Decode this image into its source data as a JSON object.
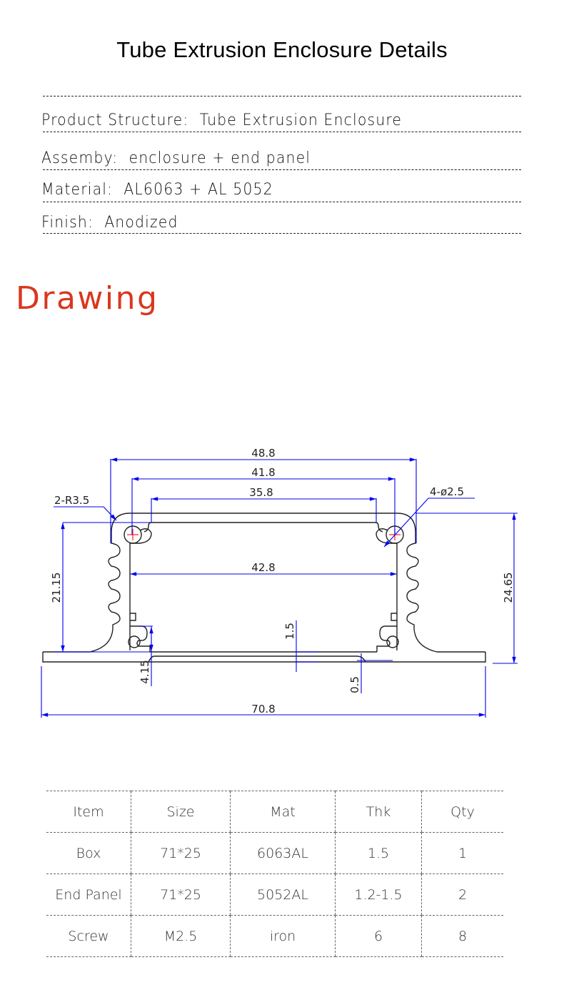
{
  "header": {
    "title": "Tube Extrusion Enclosure Details"
  },
  "specs": [
    {
      "label": "Product Structure",
      "separator": ":  ",
      "value": "Tube Extrusion Enclosure"
    },
    {
      "label": "Assemby",
      "separator": ":  ",
      "value": "enclosure + end panel"
    },
    {
      "label": "Material",
      "separator": ":  ",
      "value": "AL6063 + AL 5052"
    },
    {
      "label": "Finish",
      "separator": ":  ",
      "value": "Anodized"
    }
  ],
  "drawing": {
    "heading": "Drawing",
    "accent_color": "#d9371e",
    "dimension_color": "#0000ee",
    "dimensions": {
      "outer_width": "48.8",
      "hole_spacing": "41.8",
      "inner_top_width": "35.8",
      "inner_width": "42.8",
      "flange_width": "70.8",
      "corner_radius": "2-R3.5",
      "holes": "4-ø2.5",
      "inner_height": "21.15",
      "total_height": "24.65",
      "wall_thickness": "1.5",
      "slot_height": "4.15",
      "step": "0.5"
    }
  },
  "parts_table": {
    "columns": [
      "Item",
      "Size",
      "Mat",
      "Thk",
      "Qty"
    ],
    "rows": [
      [
        "Box",
        "71*25",
        "6063AL",
        "1.5",
        "1"
      ],
      [
        "End Panel",
        "71*25",
        "5052AL",
        "1.2-1.5",
        "2"
      ],
      [
        "Screw",
        "M2.5",
        "iron",
        "6",
        "8"
      ]
    ]
  }
}
